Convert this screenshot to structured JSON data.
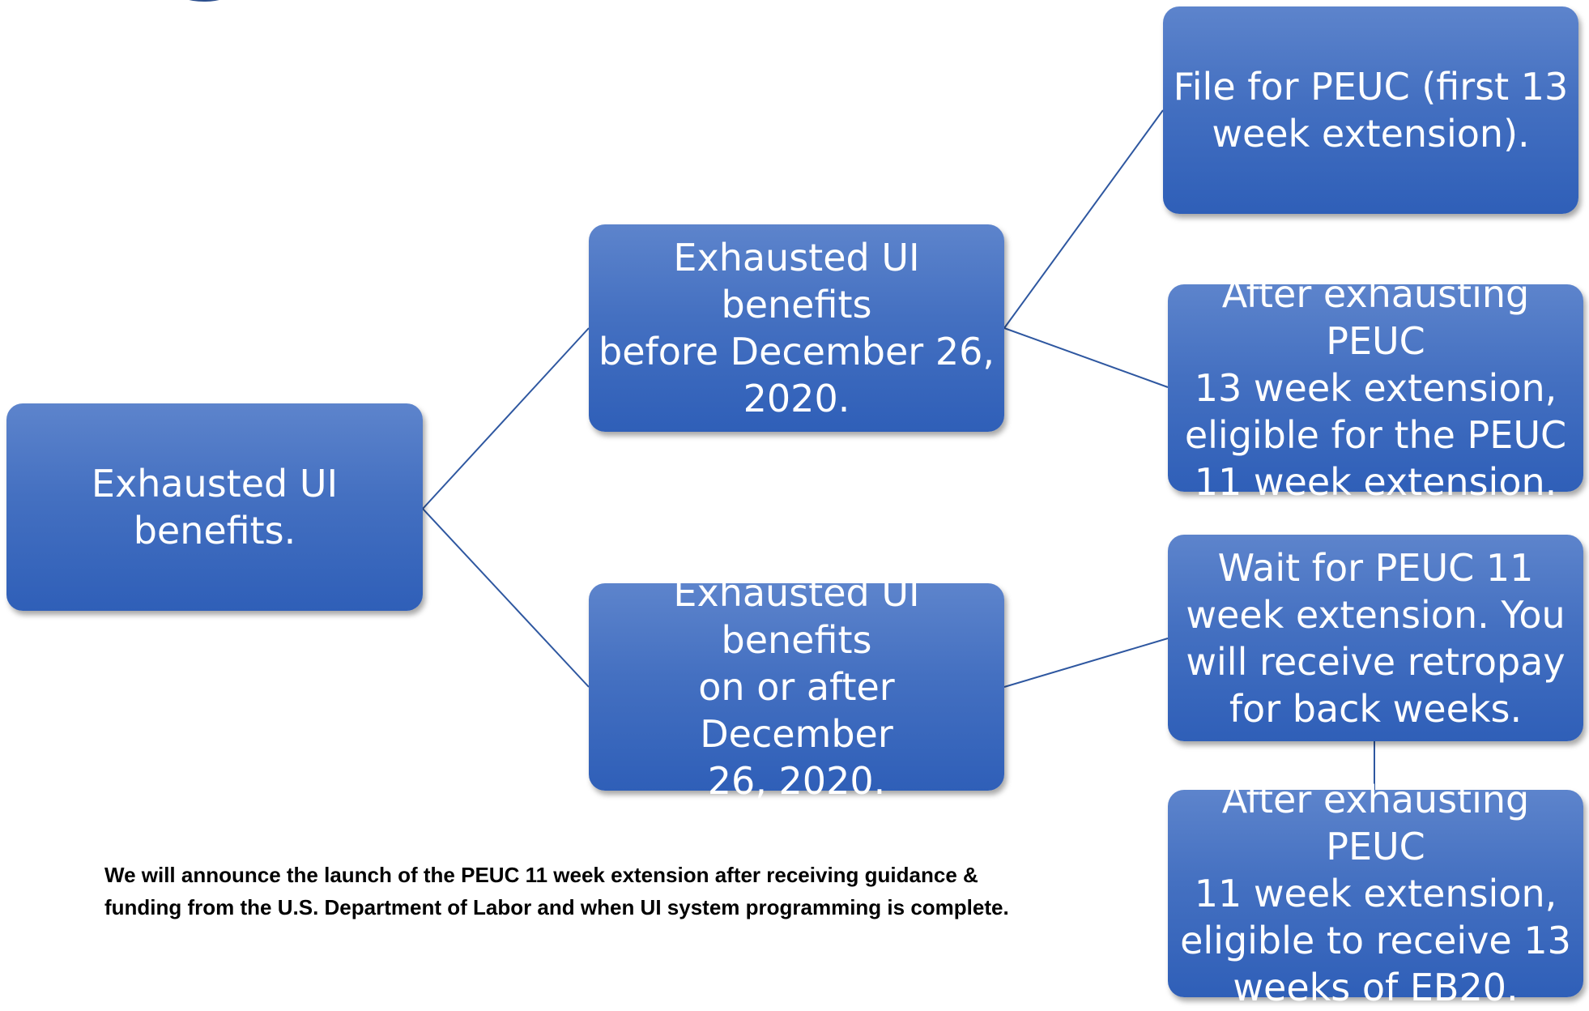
{
  "colors": {
    "box_top": "#5d84cc",
    "box_bottom": "#2f5fb8",
    "connector": "#2e57a0",
    "text": "#ffffff"
  },
  "diagram": {
    "root": "Exhausted UI benefits.",
    "before_branch": "Exhausted UI benefits\nbefore December 26,\n2020.",
    "after_branch": "Exhausted UI benefits\non or after December\n26, 2020.",
    "file_peuc": "File for PEUC (first 13\nweek extension).",
    "after_peuc13": "After exhausting PEUC\n13 week extension,\neligible for the PEUC\n11 week extension.",
    "wait_peuc11": "Wait for PEUC 11\nweek extension.  You\nwill receive retropay\nfor back weeks.",
    "after_peuc11": "After exhausting PEUC\n11 week extension,\neligible to receive 13\nweeks of EB20."
  },
  "note": {
    "line1": "We will announce the launch of the PEUC 11 week extension after receiving guidance &",
    "line2": "funding from the U.S. Department of Labor and when UI system programming is complete."
  }
}
